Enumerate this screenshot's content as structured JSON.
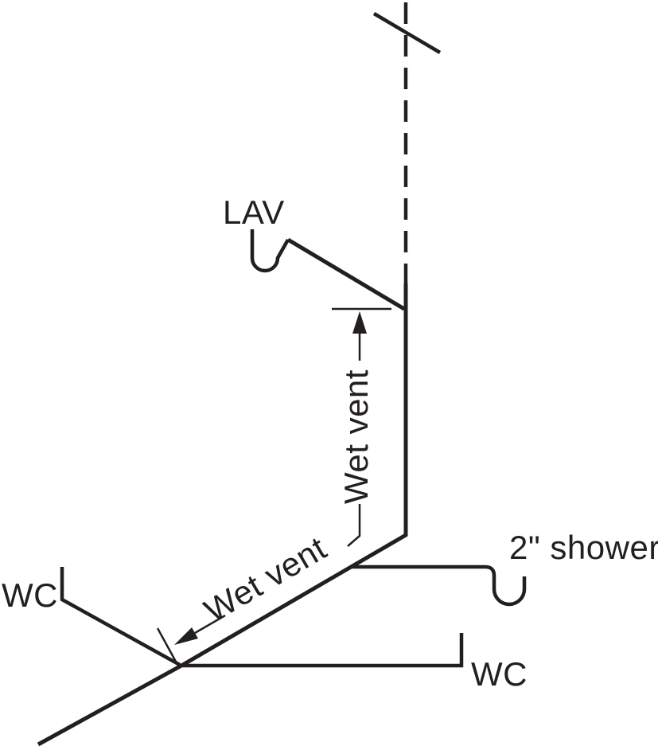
{
  "labels": {
    "lav": "LAV",
    "wet_vent_upper": "Wet vent",
    "wet_vent_lower": "Wet vent",
    "shower": "2\" shower",
    "wc_left": "WC",
    "wc_right": "WC"
  },
  "colors": {
    "ink": "#231f20",
    "background": "#ffffff"
  }
}
